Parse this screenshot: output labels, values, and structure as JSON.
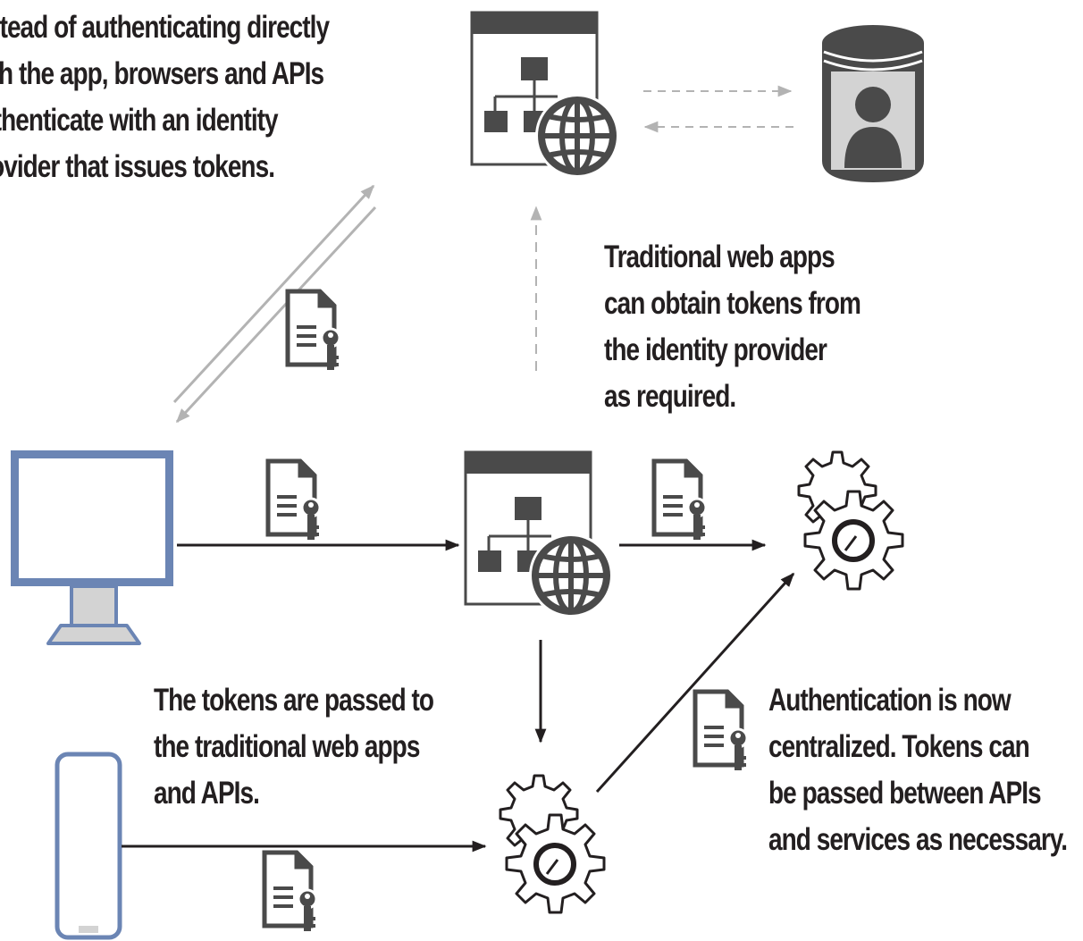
{
  "captions": {
    "identity_provider": [
      "Instead of authenticating directly",
      "with the app, browsers and APIs",
      "authenticate with an identity",
      "provider that issues tokens."
    ],
    "web_apps": [
      "Traditional web apps",
      "can obtain tokens from",
      "the identity provider",
      "as required."
    ],
    "tokens_passed": [
      "The tokens are passed to",
      "the traditional web apps",
      "and APIs."
    ],
    "centralized": [
      "Authentication is now",
      "centralized. Tokens can",
      "be passed between APIs",
      "and services as necessary."
    ]
  },
  "colors": {
    "icon": "#4a4a4a",
    "device_frame": "#6b85b4",
    "device_fill": "#d3d3d3",
    "arrow": "#231f20",
    "faint_arrow": "#b3b3b3",
    "text": "#231f20"
  },
  "icons": [
    "identity-provider-app-icon",
    "user-database-icon",
    "web-app-icon",
    "desktop-computer-icon",
    "mobile-phone-icon",
    "service-gear-icon",
    "api-gear-icon",
    "token-document-icon"
  ]
}
